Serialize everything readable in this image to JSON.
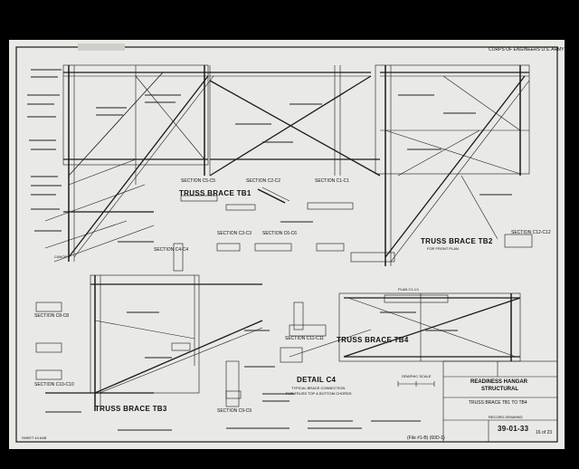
{
  "header": {
    "corps": "CORPS OF ENGINEERS U.S. ARMY"
  },
  "titles": {
    "tb1": "TRUSS BRACE TB1",
    "tb2": "TRUSS BRACE TB2",
    "tb2_note": "FOR FRONT PLAN",
    "tb3": "TRUSS BRACE TB3",
    "tb4": "TRUSS BRACE TB4"
  },
  "sections": {
    "c5c5": "SECTION C5-C5",
    "c2c2": "SECTION C2-C2",
    "c1c1": "SECTION C1-C1",
    "c12c12": "SECTION C12-C12",
    "c4c4": "SECTION C4-C4",
    "c3c3": "SECTION C3-C3",
    "c6c6": "SECTION C6-C6",
    "c8c8": "SECTION C8-C8",
    "c10c10": "SECTION C10-C10",
    "c11c11": "SECTION C11-C11",
    "c9c9": "SECTION C9-C9"
  },
  "detail": {
    "title": "DETAIL C4",
    "line1": "TYPICAL BRACE CONNECTION",
    "line2": "FOR TRUSS TOP & BOTTOM CHORDS"
  },
  "scale_label": "GRAPHIC SCALE",
  "plan_label": "PLAN C1-C1",
  "canopy": "CANOPY",
  "title_block": {
    "line1": "READINESS HANGAR",
    "line2": "STRUCTURAL",
    "line3": "TRUSS BRACE TB1 TO TB4",
    "drawing_no": "39-01-33",
    "sheet": "16 of 23"
  },
  "bottom_note": "(File #1-B) (60D-1)",
  "record_label": "RECORD DRAWING",
  "sheet_ref": "SHEET 44 A4B"
}
